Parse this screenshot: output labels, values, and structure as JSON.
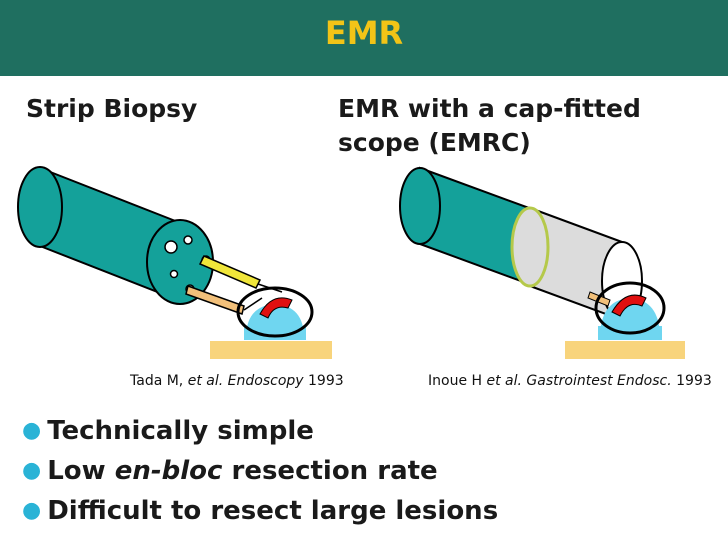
{
  "slide": {
    "title": "EMR",
    "left_heading": "Strip Biopsy",
    "right_heading_line1": "EMR with a cap-fitted",
    "right_heading_line2": "scope (EMRC)"
  },
  "citations": {
    "left": {
      "author": "Tada M,",
      "etal": "et al.",
      "journal": "Endoscopy",
      "year": "1993"
    },
    "right": {
      "author": "Inoue H",
      "etal": "et al.",
      "journal": "Gastrointest Endosc.",
      "year": "1993"
    }
  },
  "bullets": [
    {
      "before": "Technically simple",
      "italic": "",
      "after": ""
    },
    {
      "before": "Low ",
      "italic": "en-bloc",
      "after": " resection rate"
    },
    {
      "before": "Difficult to resect large lesions",
      "italic": "",
      "after": ""
    }
  ],
  "colors": {
    "title_bar": "#1f6f60",
    "title_text": "#f2c417",
    "scope_body": "#14a19a",
    "cap": "#dcdcdc",
    "lesion": "#6fd6f0",
    "snare_red": "#e01010",
    "tissue": "#f8d47c",
    "bullet": "#2ab3d6"
  },
  "icons": [
    "bullet-dot-icon",
    "endoscope-illustration",
    "snare-icon"
  ]
}
